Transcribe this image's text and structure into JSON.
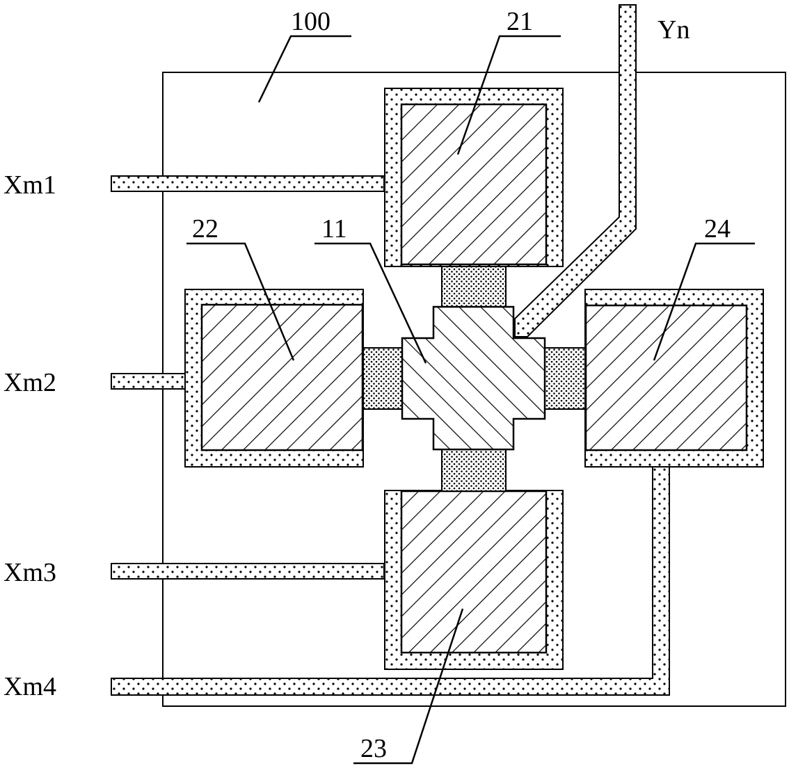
{
  "signals": {
    "xm1": "Xm1",
    "xm2": "Xm2",
    "xm3": "Xm3",
    "xm4": "Xm4",
    "yn": "Yn"
  },
  "refs": {
    "substrate": "100",
    "electrode_top": "21",
    "electrode_left": "22",
    "electrode_bottom": "23",
    "electrode_right": "24",
    "center_element": "11"
  }
}
